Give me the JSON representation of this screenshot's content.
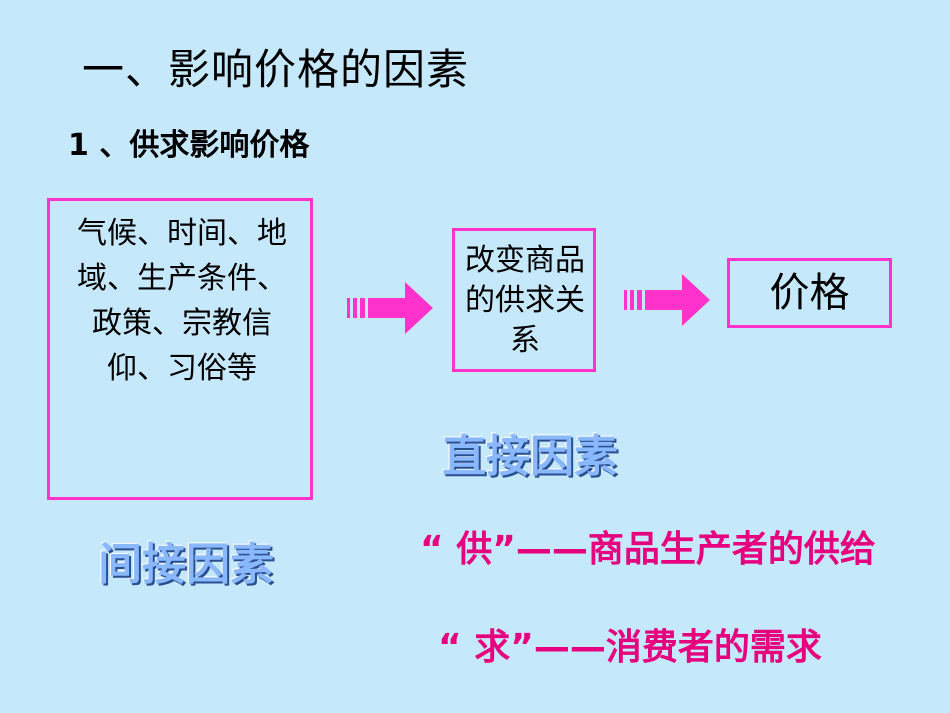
{
  "title": "一、影响价格的因素",
  "subtitle": "1 、供求影响价格",
  "indirect_box": {
    "text": "气候、时间、地域、生产条件、政策、宗教信仰、习俗等"
  },
  "direct_box": {
    "text": "改变商品的供求关系"
  },
  "price_box": {
    "text": "价格"
  },
  "labels": {
    "direct_factor": "直接因素",
    "indirect_factor": "间接因素"
  },
  "definitions": {
    "supply": "“ 供”——商品生产者的供给",
    "demand": "“ 求”——消费者的需求"
  },
  "colors": {
    "background": "#c6e8fb",
    "accent": "#ff33cc",
    "pink_text": "#e6007e",
    "blue_label": "#8ab8ff"
  },
  "icons": {
    "arrow": "arrow-right-icon"
  }
}
